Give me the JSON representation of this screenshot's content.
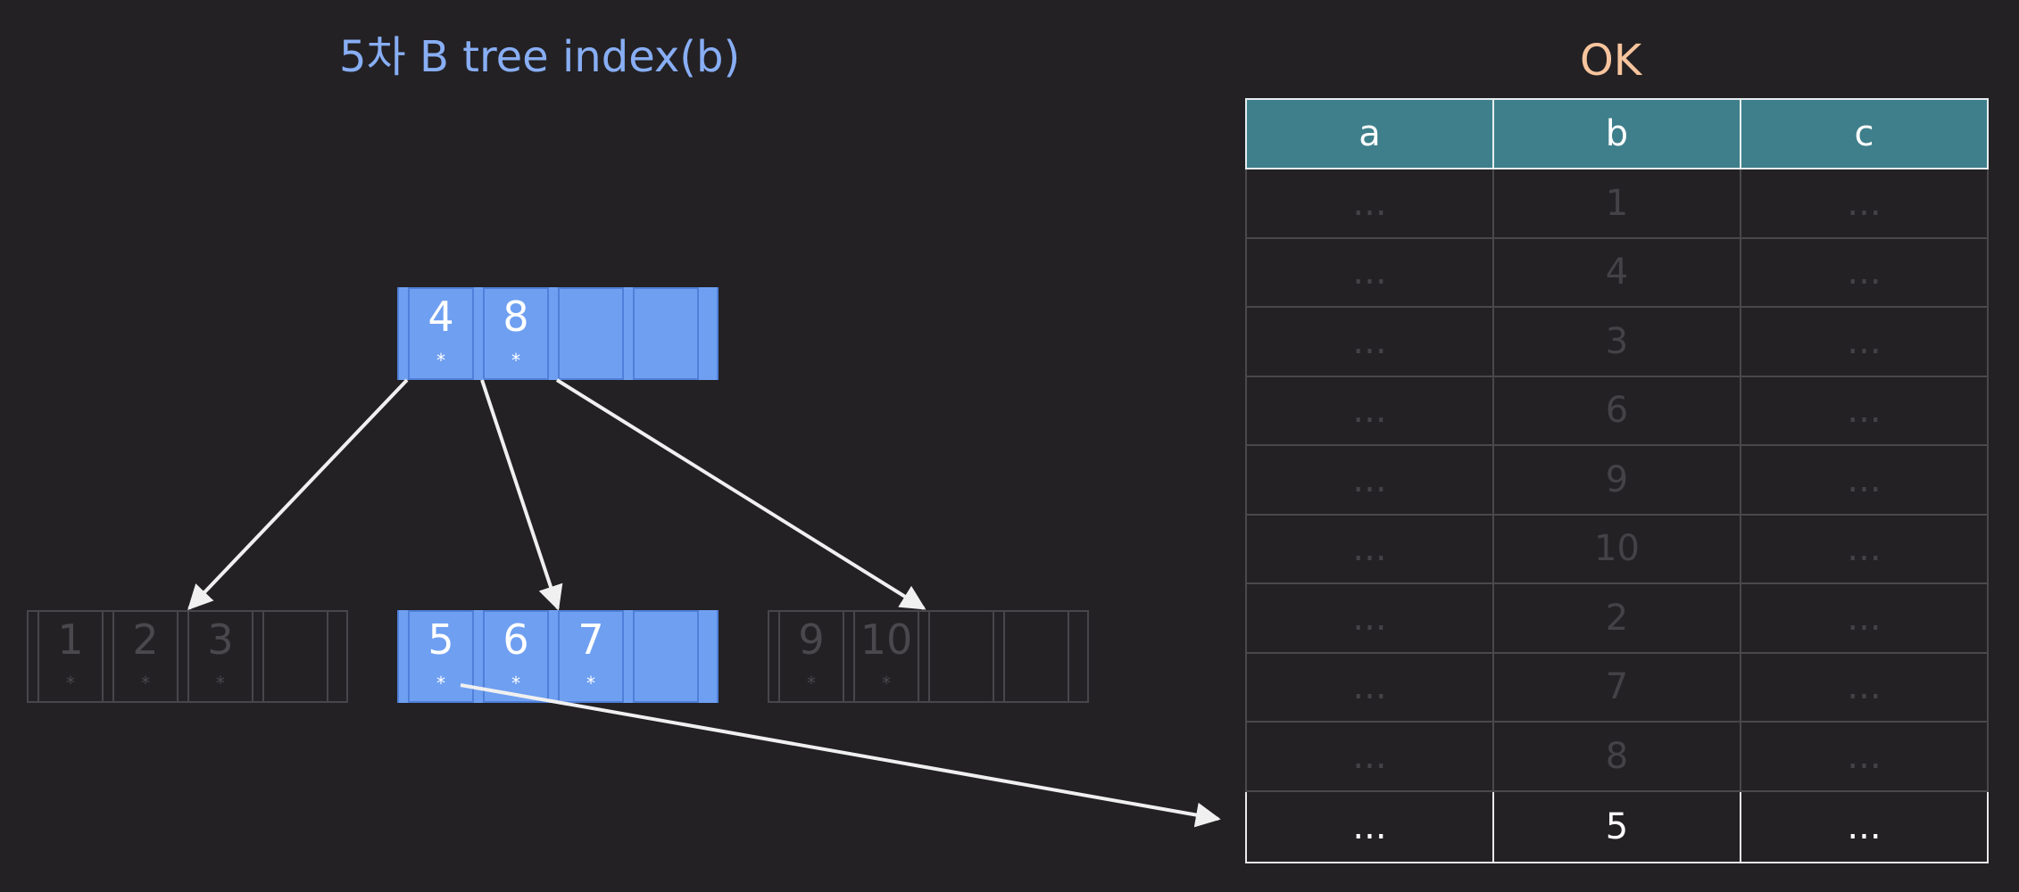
{
  "tree_title": "5차 B tree index(b)",
  "status_title": "OK",
  "colors": {
    "active_node": "#6f9ff1",
    "title_blue": "#88aef4",
    "status_orange": "#f7c49d",
    "table_header": "#3f7f8c",
    "background": "#232124"
  },
  "nodes": {
    "root": {
      "keys": [
        "4",
        "8",
        "",
        ""
      ],
      "ptrs": [
        "*",
        "*",
        "",
        ""
      ]
    },
    "leaf_left": {
      "keys": [
        "1",
        "2",
        "3",
        ""
      ],
      "ptrs": [
        "*",
        "*",
        "*",
        ""
      ]
    },
    "leaf_mid": {
      "keys": [
        "5",
        "6",
        "7",
        ""
      ],
      "ptrs": [
        "*",
        "*",
        "*",
        ""
      ]
    },
    "leaf_right": {
      "keys": [
        "9",
        "10",
        "",
        ""
      ],
      "ptrs": [
        "*",
        "*",
        "",
        ""
      ]
    }
  },
  "table": {
    "headers": [
      "a",
      "b",
      "c"
    ],
    "rows": [
      [
        "...",
        "1",
        "..."
      ],
      [
        "...",
        "4",
        "..."
      ],
      [
        "...",
        "3",
        "..."
      ],
      [
        "...",
        "6",
        "..."
      ],
      [
        "...",
        "9",
        "..."
      ],
      [
        "...",
        "10",
        "..."
      ],
      [
        "...",
        "2",
        "..."
      ],
      [
        "...",
        "7",
        "..."
      ],
      [
        "...",
        "8",
        "..."
      ],
      [
        "...",
        "5",
        "..."
      ]
    ],
    "highlight_row": 9
  }
}
